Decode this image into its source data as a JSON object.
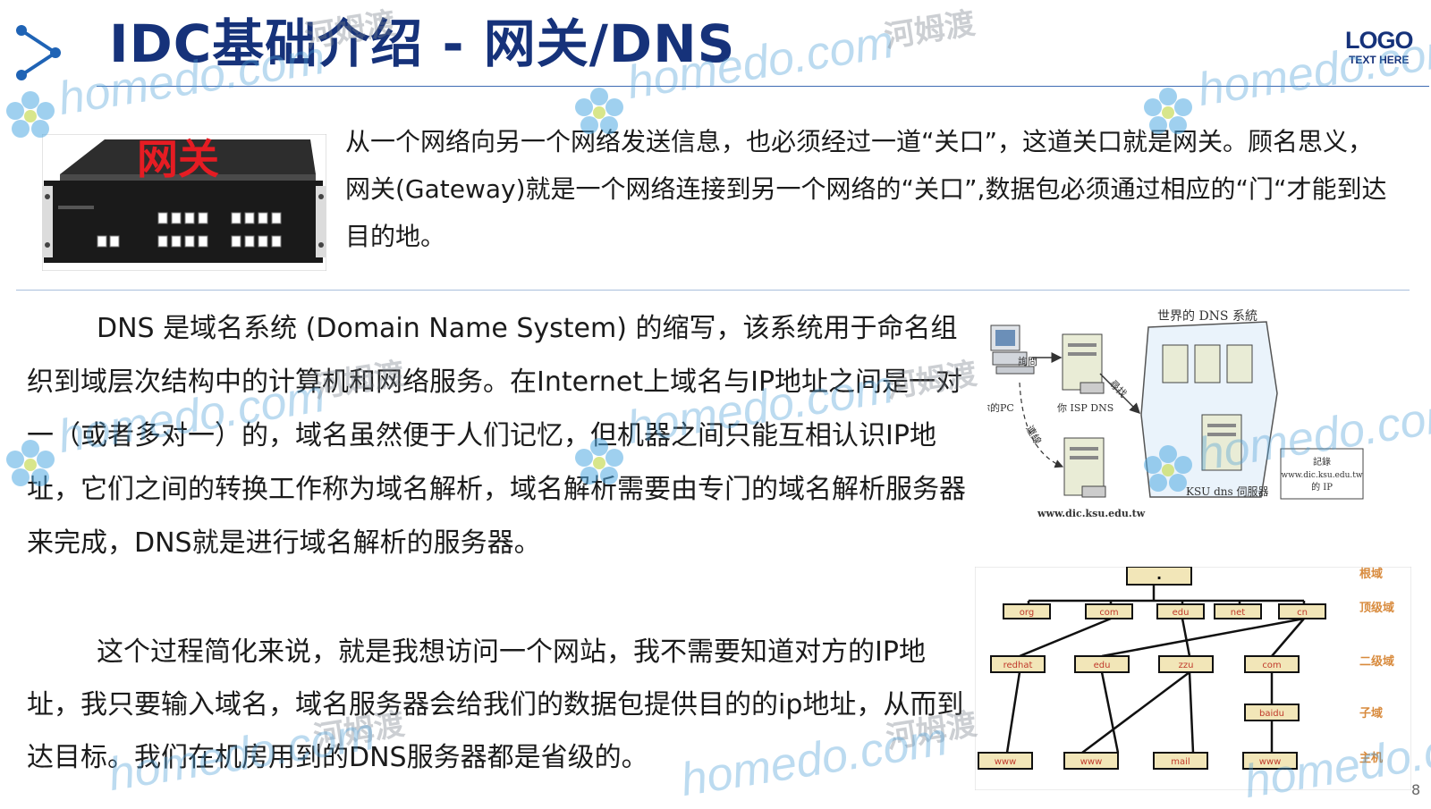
{
  "title": "IDC基础介绍 - 网关/DNS",
  "logo": {
    "line1": "LOGO",
    "line2": "TEXT HERE"
  },
  "gateway_label": "网关",
  "gateway_text": "从一个网络向另一个网络发送信息，也必须经过一道“关口”，这道关口就是网关。顾名思义，网关(Gateway)就是一个网络连接到另一个网络的“关口”,数据包必须通过相应的“门“才能到达目的地。",
  "dns_text": "DNS 是域名系统 (Domain Name System) 的缩写，该系统用于命名组织到域层次结构中的计算机和网络服务。在Internet上域名与IP地址之间是一对一（或者多对一）的，域名虽然便于人们记忆，但机器之间只能互相认识IP地址，它们之间的转换工作称为域名解析，域名解析需要由专门的域名解析服务器来完成，DNS就是进行域名解析的服务器。",
  "process_text": "这个过程简化来说，就是我想访问一个网站，我不需要知道对方的IP地址，我只要输入域名，域名服务器会给我们的数据包提供目的的ip地址，从而到达目标。我们在机房用到的DNS服务器都是省级的。",
  "dns_figure": {
    "world_label": "世界的 DNS 系統",
    "pc_label": "你的PC",
    "isp_label": "你 ISP DNS",
    "query_label": "詢問",
    "connect_label": "連線",
    "find_label": "尋找",
    "ksu_label": "KSU dns 伺服器",
    "web_label": "www.dic.ksu.edu.tw",
    "record_line1": "記錄",
    "record_line2": "www.dic.ksu.edu.tw",
    "record_line3": "的 IP"
  },
  "domain_tree": {
    "root": ".",
    "level_labels": [
      "根域",
      "顶级域",
      "二级域",
      "子域",
      "主机"
    ],
    "top": [
      "org",
      "com",
      "edu",
      "net",
      "cn"
    ],
    "second": [
      "redhat",
      "edu",
      "zzu",
      "com"
    ],
    "sub": [
      "baidu"
    ],
    "hosts": [
      "www",
      "www",
      "mail",
      "www"
    ]
  },
  "watermark": {
    "text": "homedo.com",
    "cn": "河姆渡"
  },
  "page_number": "8",
  "colors": {
    "title": "#16327a",
    "rule": "#3d6bb3",
    "box_fill": "#f2e6b8",
    "box_text": "#c0392b",
    "level_label": "#d88a3c"
  }
}
